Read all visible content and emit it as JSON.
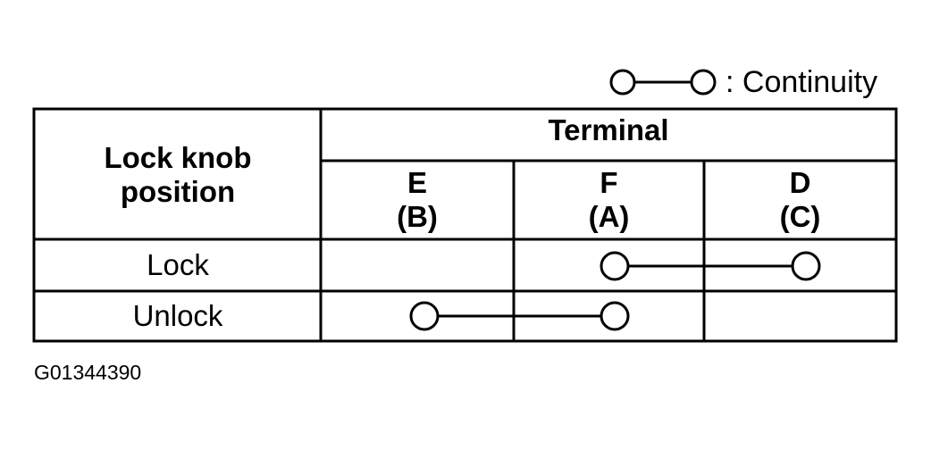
{
  "legend": {
    "symbol": "continuity-symbol",
    "label": ": Continuity"
  },
  "table": {
    "row_header": [
      "Lock knob",
      "position"
    ],
    "group_header": "Terminal",
    "terminals": [
      {
        "top": "E",
        "bottom": "(B)"
      },
      {
        "top": "F",
        "bottom": "(A)"
      },
      {
        "top": "D",
        "bottom": "(C)"
      }
    ],
    "rows": [
      {
        "label": "Lock",
        "continuity": [
          "F (A)",
          "D (C)"
        ]
      },
      {
        "label": "Unlock",
        "continuity": [
          "E (B)",
          "F (A)"
        ]
      }
    ]
  },
  "figure_code": "G01344390"
}
